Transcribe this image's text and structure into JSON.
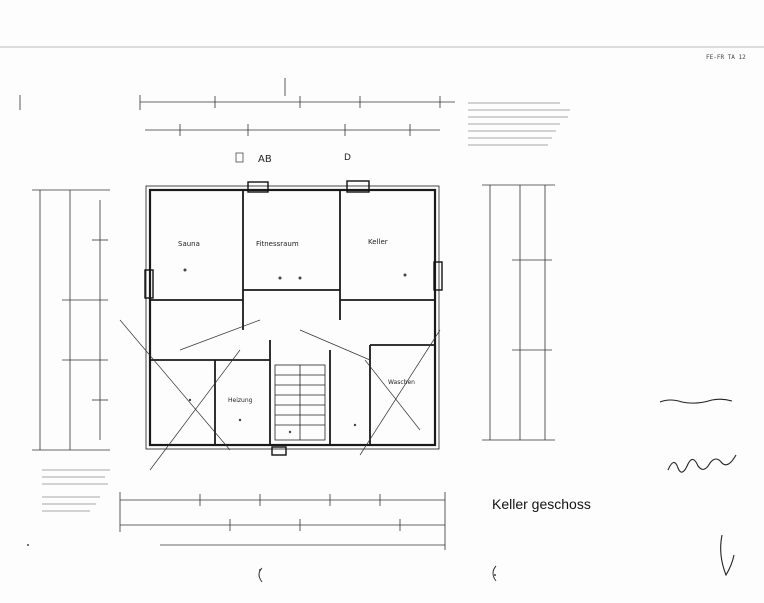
{
  "caption": "Keller geschoss",
  "rooms": [
    {
      "id": "sauna",
      "label": "Sauna"
    },
    {
      "id": "fitness",
      "label": "Fitnessraum"
    },
    {
      "id": "keller",
      "label": "Keller"
    },
    {
      "id": "heizung",
      "label": "Heizung"
    },
    {
      "id": "waschen",
      "label": "Waschen"
    }
  ],
  "markers": {
    "ab": "AB",
    "d": "D"
  },
  "stamp": "FE-FR TA 12"
}
